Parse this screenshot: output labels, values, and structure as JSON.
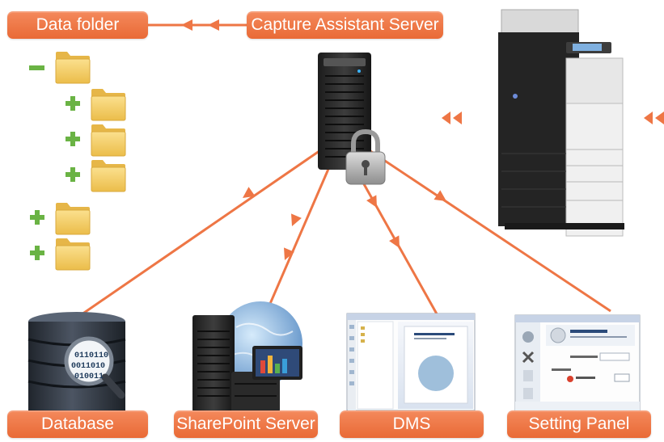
{
  "labels": {
    "data_folder": "Data folder",
    "capture_server": "Capture Assistant Server",
    "database": "Database",
    "sharepoint": "SharePoint Server",
    "dms": "DMS",
    "setting_panel": "Setting Panel"
  },
  "database_digits": [
    "0110110",
    "0011010",
    "010011"
  ],
  "colors": {
    "accent": "#ee7645",
    "folder": "#f5cd64",
    "plus": "#6ab344",
    "minus": "#6ab344",
    "server": "#2a2a2a"
  },
  "icons": {
    "printer": "multifunction-printer",
    "server": "tower-server",
    "lock": "padlock",
    "database": "database-with-magnifier",
    "sharepoint": "server-with-globe",
    "dms": "dms-screenshot",
    "settings": "settings-panel-screenshot"
  }
}
